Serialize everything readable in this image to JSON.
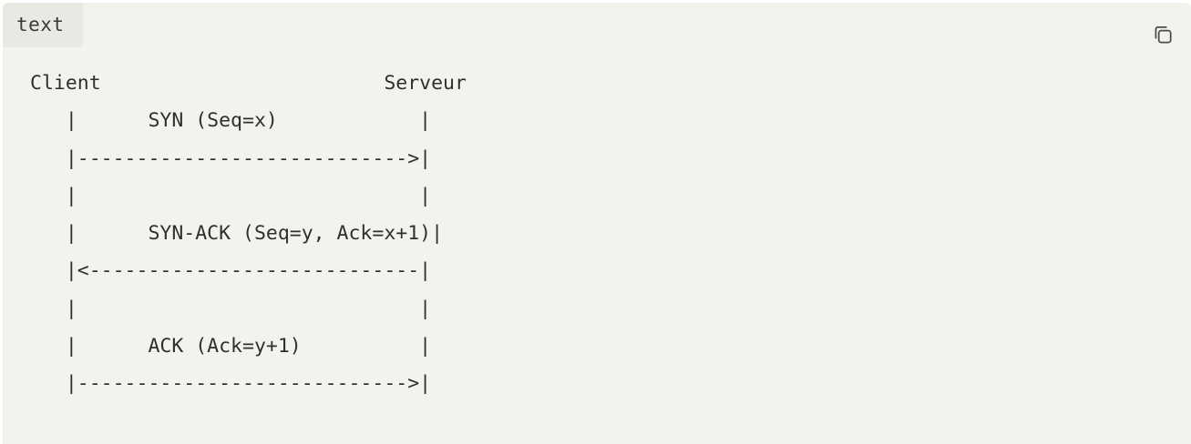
{
  "code_block": {
    "language_label": "text",
    "copy_icon": "copy-icon",
    "lines": [
      "Client                        Serveur",
      "   |      SYN (Seq=x)            |",
      "   |---------------------------->|",
      "   |                             |",
      "   |      SYN-ACK (Seq=y, Ack=x+1)|",
      "   |<----------------------------|",
      "   |                             |",
      "   |      ACK (Ack=y+1)          |",
      "   |---------------------------->|"
    ]
  },
  "colors": {
    "background": "#f3f3ee",
    "label_background": "#e9e9e4",
    "text": "#2f2f2f"
  }
}
